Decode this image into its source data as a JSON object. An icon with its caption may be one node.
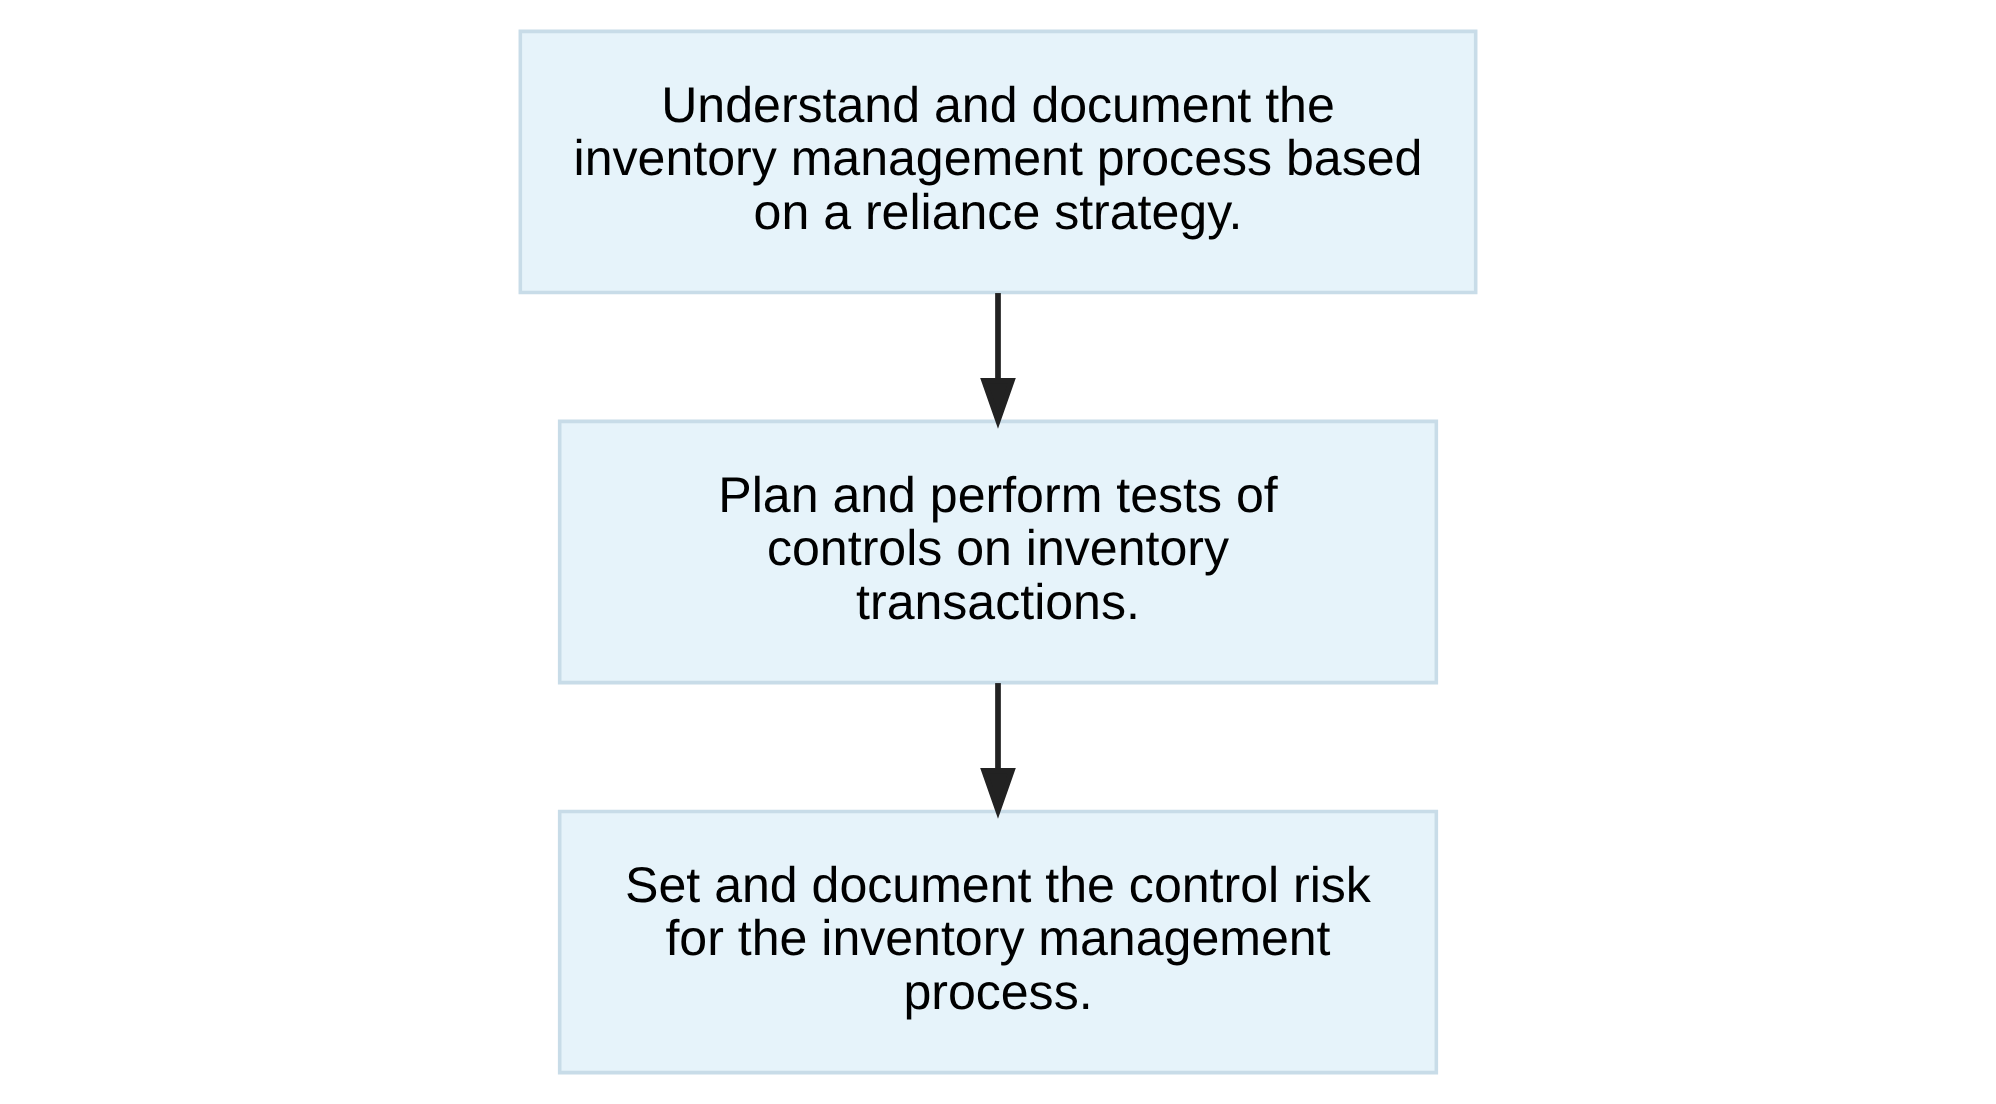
{
  "diagram": {
    "nodes": [
      {
        "text": [
          "Understand and document the inventory management process based on a reliance strategy."
        ]
      },
      {
        "text": [
          "Plan and perform tests of controls on inventory transactions."
        ]
      },
      {
        "text": [
          "Set and document the control risk for the inventory management process."
        ]
      }
    ],
    "edges": [
      {
        "from": 0,
        "to": 1,
        "arrow": "to"
      },
      {
        "from": 1,
        "to": 2,
        "arrow": "to"
      }
    ]
  }
}
